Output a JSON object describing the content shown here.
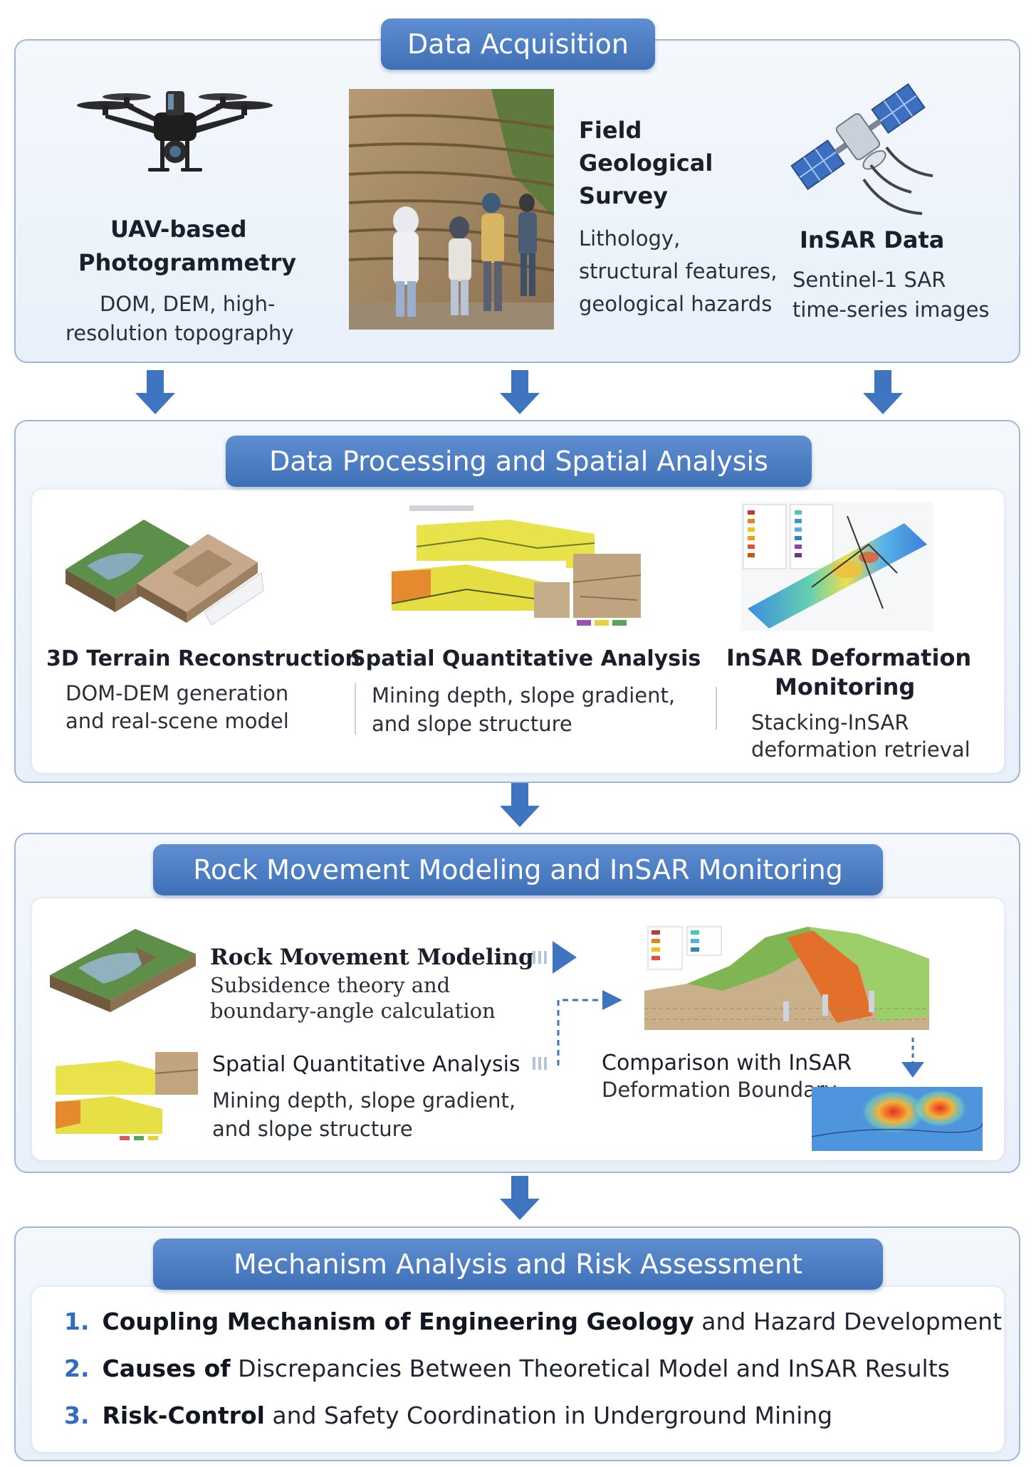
{
  "acquisition": {
    "title": "Data Acquisition",
    "uav": {
      "title_l1": "UAV-based",
      "title_l2": "Photogrammetry",
      "desc_l1": "DOM, DEM, high-",
      "desc_l2": "resolution topography",
      "icon": "drone-icon"
    },
    "field": {
      "title_l1": "Field",
      "title_l2": "Geological",
      "title_l3": "Survey",
      "desc_l1": "Lithology,",
      "desc_l2": "structural features,",
      "desc_l3": "geological hazards",
      "image": "field-survey-photo"
    },
    "insar": {
      "title": "InSAR Data",
      "desc_l1": "Sentinel-1 SAR",
      "desc_l2": "time-series images",
      "icon": "satellite-icon"
    }
  },
  "processing": {
    "title": "Data Processing and Spatial Analysis",
    "terrain": {
      "title": "3D Terrain Reconstruction",
      "desc_l1": "DOM-DEM generation",
      "desc_l2": "and real-scene model"
    },
    "spatial": {
      "title": "Spatial Quantitative Analysis",
      "desc_l1": "Mining depth, slope gradient,",
      "desc_l2": "and slope structure"
    },
    "deform": {
      "title_l1": "InSAR Deformation",
      "title_l2": "Monitoring",
      "desc_l1": "Stacking-InSAR",
      "desc_l2": "deformation retrieval"
    }
  },
  "modeling": {
    "title": "Rock Movement Modeling and InSAR Monitoring",
    "rock": {
      "title": "Rock Movement Modeling",
      "desc_l1": "Subsidence theory and",
      "desc_l2": "boundary-angle calculation"
    },
    "spatial": {
      "title": "Spatial Quantitative Analysis",
      "desc_l1": "Mining depth, slope gradient,",
      "desc_l2": "and slope structure"
    },
    "compare": {
      "title_l1": "Comparison with InSAR",
      "title_l2": "Deformation Boundary"
    }
  },
  "assessment": {
    "title": "Mechanism Analysis and Risk Assessment",
    "items": [
      {
        "num": "1.",
        "bold": "Coupling Mechanism of Engineering Geology",
        "rest": " and Hazard Development"
      },
      {
        "num": "2.",
        "bold": "Causes of",
        "rest": " Discrepancies Between Theoretical Model and InSAR Results"
      },
      {
        "num": "3.",
        "bold": "Risk-Control",
        "rest": " and Safety Coordination in Underground Mining"
      }
    ]
  },
  "colors": {
    "banner": "#4a7cc2",
    "arrow": "#3f74c0",
    "panel_border": "#9fb6d6"
  }
}
